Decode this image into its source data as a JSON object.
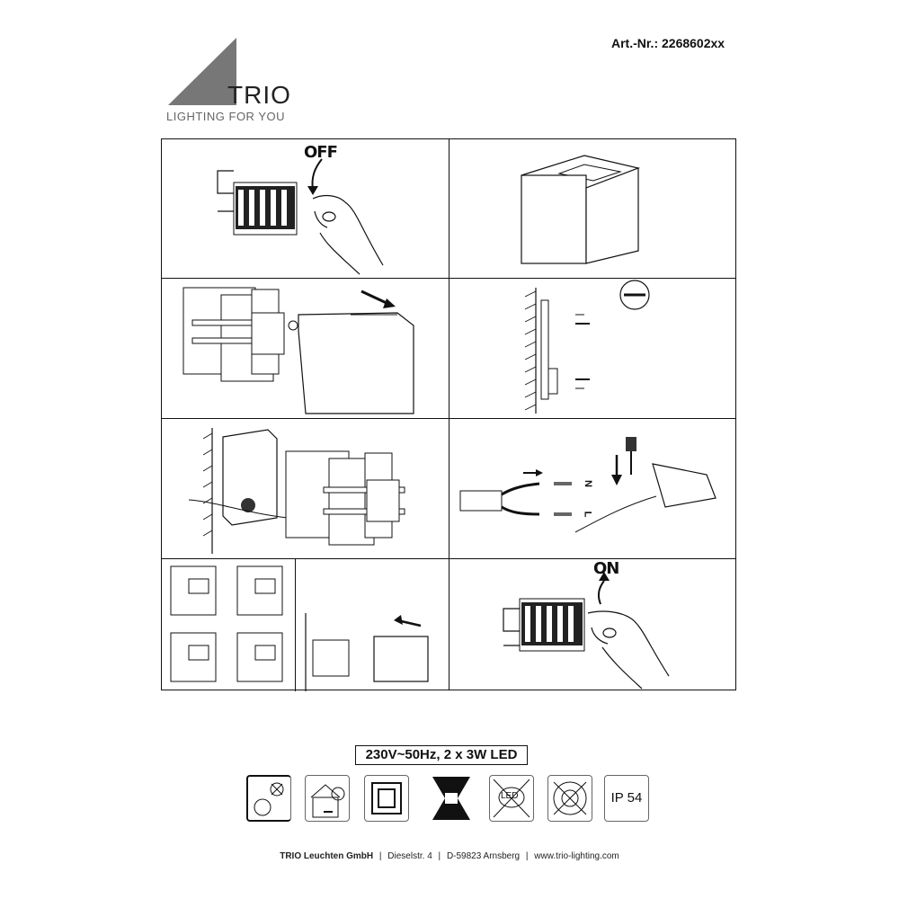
{
  "header": {
    "brand": "TRIO",
    "tagline": "LIGHTING FOR YOU",
    "article_number": "Art.-Nr.: 2268602xx"
  },
  "steps": {
    "off_label": "OFF",
    "on_label": "ON",
    "wire_n": "N",
    "wire_l": "L"
  },
  "spec": "230V~50Hz, 2 x 3W LED",
  "symbols": {
    "led_text": "LED",
    "ip_rating": "IP 54"
  },
  "footer": {
    "company": "TRIO Leuchten GmbH",
    "street": "Dieselstr. 4",
    "city": "D-59823 Arnsberg",
    "web": "www.trio-lighting.com",
    "sep": "|"
  }
}
